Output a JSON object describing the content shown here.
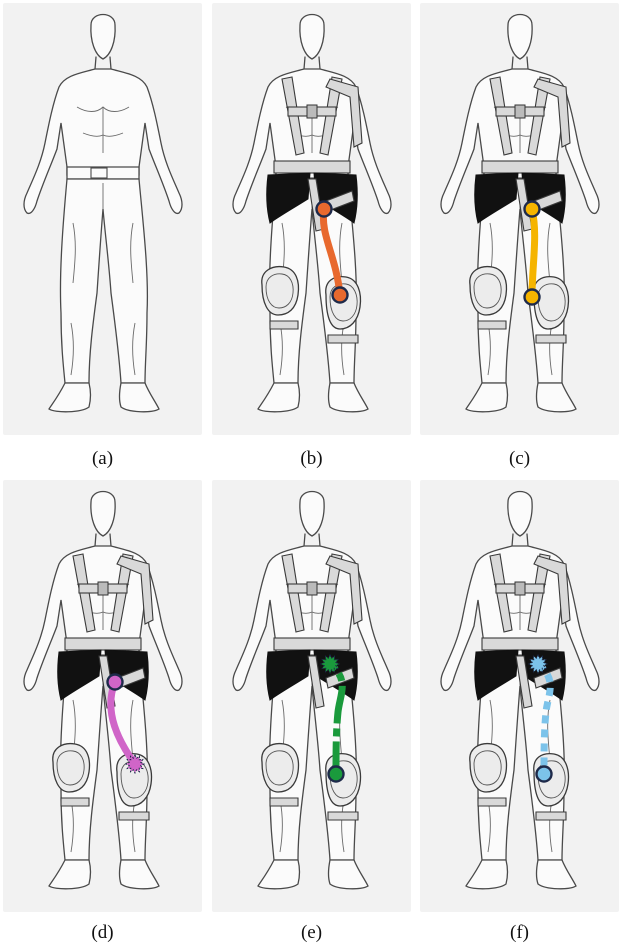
{
  "figure": {
    "panels": [
      {
        "id": "a",
        "caption": "(a)",
        "harness": false,
        "cable": null
      },
      {
        "id": "b",
        "caption": "(b)",
        "harness": true,
        "cable": {
          "color": "#e8692e",
          "style": "solid",
          "top_anchor": "solid",
          "bottom_anchor": "solid",
          "path": "back-of-thigh"
        }
      },
      {
        "id": "c",
        "caption": "(c)",
        "harness": true,
        "cable": {
          "color": "#f5b400",
          "style": "solid",
          "top_anchor": "solid",
          "bottom_anchor": "solid",
          "path": "front-of-thigh"
        }
      },
      {
        "id": "d",
        "caption": "(d)",
        "harness": true,
        "cable": {
          "color": "#d065c8",
          "style": "solid",
          "top_anchor": "solid",
          "bottom_anchor": "star",
          "path": "inner-to-outer-knee"
        }
      },
      {
        "id": "e",
        "caption": "(e)",
        "harness": true,
        "cable": {
          "color": "#1a9a3c",
          "style": "mixed-dashed",
          "top_anchor": "star",
          "bottom_anchor": "solid",
          "path": "outer-hip-to-knee"
        }
      },
      {
        "id": "f",
        "caption": "(f)",
        "harness": true,
        "cable": {
          "color": "#7cc3ea",
          "style": "dashed",
          "top_anchor": "star",
          "bottom_anchor": "solid",
          "path": "outer-hip-to-knee"
        }
      }
    ],
    "colors": {
      "background": "#f2f2f2",
      "outline": "#4a4a4a",
      "anchor_outline": "#1e2a4a"
    }
  }
}
